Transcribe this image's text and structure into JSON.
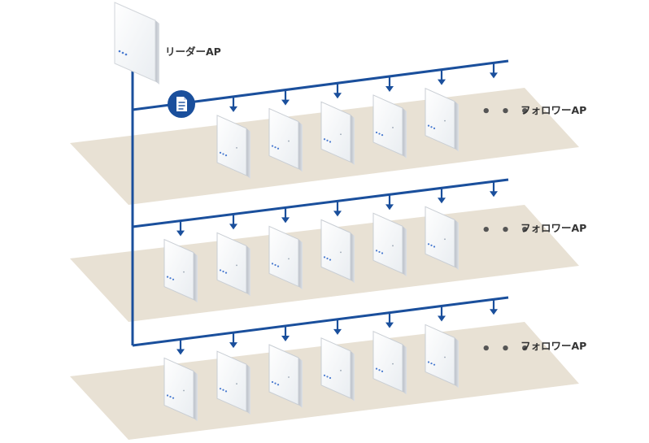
{
  "leader": {
    "label": "リーダーAP"
  },
  "floors": [
    {
      "follower_label": "フォロワーAP",
      "ellipsis": "• • •"
    },
    {
      "follower_label": "フォロワーAP",
      "ellipsis": "• • •"
    },
    {
      "follower_label": "フォロワーAP",
      "ellipsis": "• • •"
    }
  ],
  "config_icon": "document-icon",
  "colors": {
    "bus": "#1a4f9c",
    "floor": "#e8e1d4",
    "ap_body": "#fbfcfd",
    "ap_edge": "#c9ced4",
    "led": "#4a7bd0"
  }
}
